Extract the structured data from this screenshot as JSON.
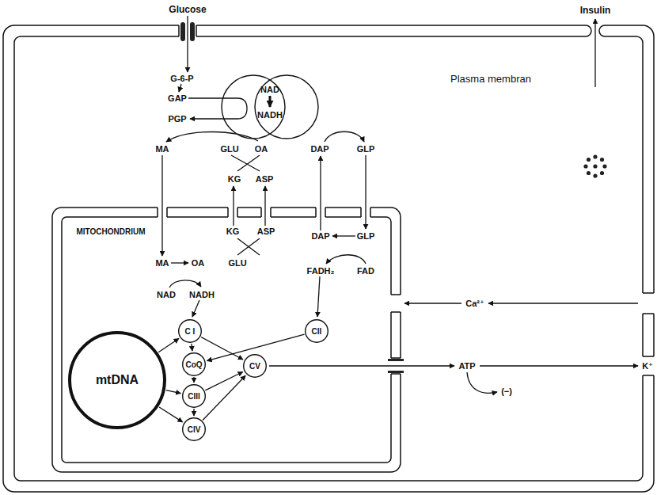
{
  "diagram": {
    "nodes": [
      {
        "text": [
          "Plasma membran"
        ]
      },
      {
        "text": [
          "NAD",
          "NADH"
        ],
        "in": 0
      },
      {
        "text": [
          "MITOCHONDRIUM"
        ],
        "in": 0
      },
      {
        "text": [
          "C I"
        ],
        "in": 2
      },
      {
        "text": [
          "CII"
        ],
        "in": 2
      },
      {
        "text": [
          "CoQ"
        ],
        "in": 2
      },
      {
        "text": [
          "CV"
        ],
        "in": 2
      },
      {
        "text": [
          "mtDNA"
        ],
        "in": 2
      },
      {
        "text": [
          "CIII"
        ],
        "in": 2
      },
      {
        "text": [
          "CIV"
        ],
        "in": 2
      }
    ],
    "edges": [
      {
        "from": 7,
        "to": 3,
        "arrow": "to"
      },
      {
        "from": 7,
        "to": 8,
        "arrow": "to"
      },
      {
        "from": 7,
        "to": 9,
        "arrow": "to"
      },
      {
        "from": 3,
        "to": 5,
        "arrow": "to"
      },
      {
        "from": 4,
        "to": 5,
        "arrow": "to"
      },
      {
        "from": 5,
        "to": 8,
        "arrow": "to"
      },
      {
        "from": 8,
        "to": 9,
        "arrow": "to"
      },
      {
        "from": 3,
        "to": 6,
        "arrow": "to"
      },
      {
        "from": 8,
        "to": 6,
        "arrow": "to"
      },
      {
        "from": 9,
        "to": 6,
        "arrow": "to"
      }
    ],
    "labels": [
      "Glucose",
      "Insulin",
      "G-6-P",
      "GAP",
      "PGP",
      "MA",
      "GLU",
      "OA",
      "DAP",
      "GLP",
      "KG",
      "ASP",
      "KG",
      "ASP",
      "DAP",
      "GLP",
      "MA",
      "OA",
      "GLU",
      "FADH₂",
      "FAD",
      "NAD",
      "NADH",
      "Ca²⁺",
      "ATP",
      "(−)",
      "K⁺"
    ]
  }
}
